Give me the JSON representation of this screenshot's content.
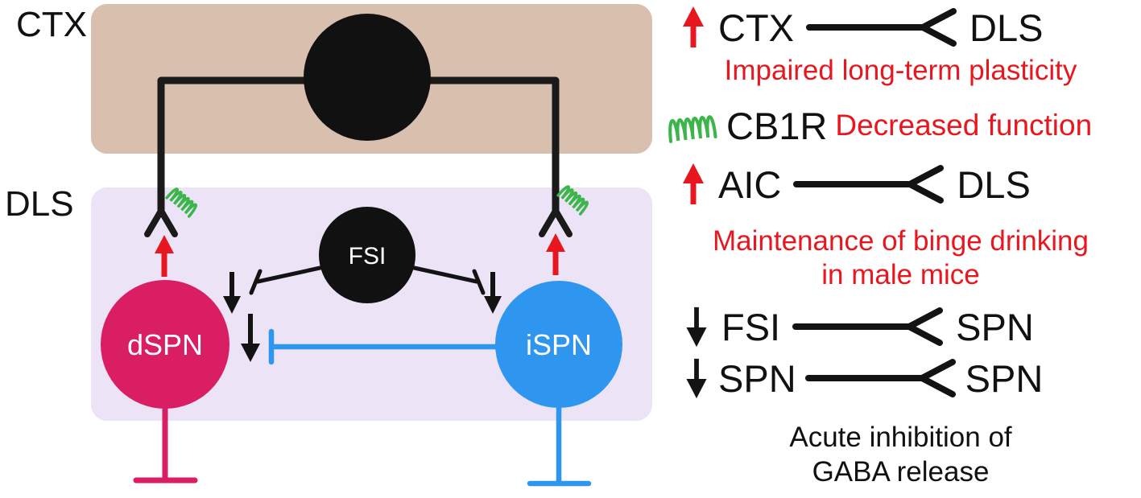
{
  "colors": {
    "ctx_region": "#d9c0ae",
    "dls_region": "#ece3f7",
    "soma_black": "#111111",
    "dspn": "#d91e63",
    "ispn": "#2e96ee",
    "accent_red": "#e8171f",
    "receptor_green": "#3cb54a",
    "ink": "#131313"
  },
  "icons": {
    "up_regulated": "red-up-arrow",
    "down_regulated": "black-down-arrow",
    "excitatory_terminal": "crow-foot-fork",
    "inhibitory_terminal": "t-bar",
    "receptor": "gpcr-squiggle-icon"
  },
  "diagram": {
    "ctx_label": "CTX",
    "dls_label": "DLS",
    "fsi_label": "FSI",
    "dspn_label": "dSPN",
    "ispn_label": "iSPN"
  },
  "legend": {
    "ctx_dls": {
      "source": "CTX",
      "target": "DLS",
      "caption": "Impaired long-term plasticity"
    },
    "cb1r": {
      "label": "CB1R",
      "caption": "Decreased function"
    },
    "aic_dls": {
      "source": "AIC",
      "target": "DLS",
      "caption_line1": "Maintenance of binge drinking",
      "caption_line2": "in male mice"
    },
    "fsi_spn": {
      "source": "FSI",
      "target": "SPN"
    },
    "spn_spn": {
      "source": "SPN",
      "target": "SPN",
      "caption_line1": "Acute inhibition of",
      "caption_line2": "GABA release"
    }
  }
}
